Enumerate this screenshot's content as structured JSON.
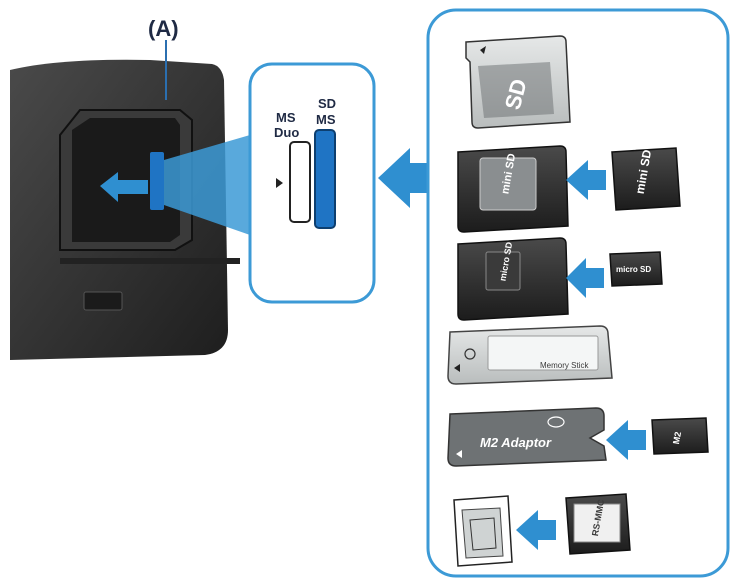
{
  "callout_label": "(A)",
  "slot_labels": {
    "left_line1": "MS",
    "left_line2": "Duo",
    "right_line1": "SD",
    "right_line2": "MS"
  },
  "card_text": {
    "sd_logo": "SD",
    "mini_sd_label": "mini SD",
    "micro_sd_label": "micro SD",
    "ms_label": "Memory Stick",
    "m2_adaptor_label": "M2 Adaptor",
    "m2_small_label": "M2",
    "rs_mmc_label": "RS-MMC"
  },
  "colors": {
    "accent_blue": "#2f8fd0",
    "slot_blue": "#1f74c4",
    "printer_body": "#2e2e2e",
    "card_dark": "#2b2b2b",
    "card_light": "#d9dcdc",
    "panel_border": "#3c9ad6"
  }
}
